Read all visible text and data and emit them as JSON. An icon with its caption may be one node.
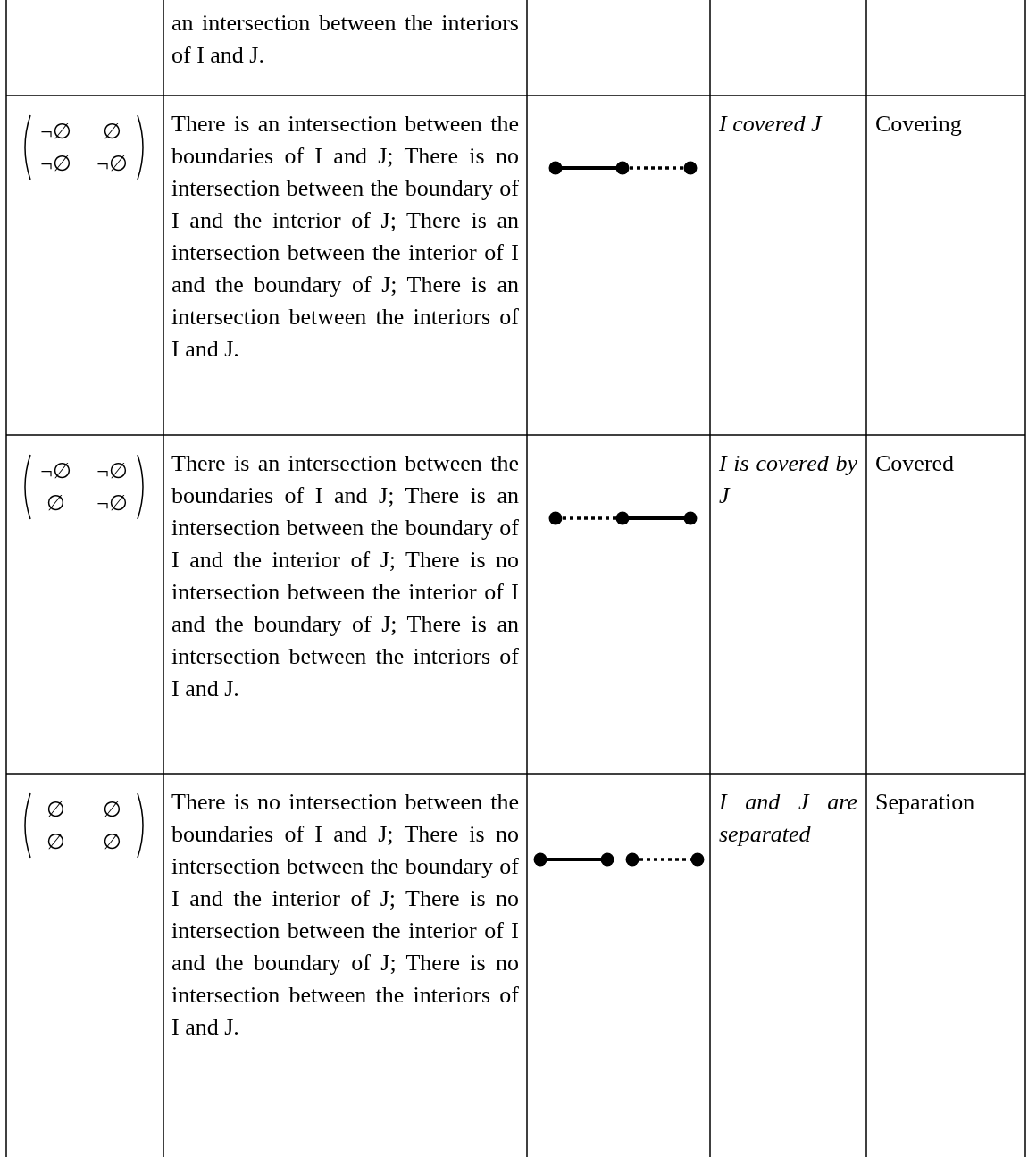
{
  "diagram": {
    "labels": [
      "an intersection between the interiors of I and J.",
      "¬∅",
      "∅",
      "¬∅",
      "¬∅",
      "There is an intersection between the boundaries of I and J; There is no intersection between the boundary of I and the interior of J; There is an intersection between the interior of I and the boundary of J; There is an intersection between the interiors of I and J.",
      "I covered J",
      "Covering",
      "¬∅",
      "¬∅",
      "∅",
      "¬∅",
      "There is an intersection between the boundaries of I and J; There is an intersection between the boundary of I and the interior of J; There is no intersection between the interior of I and the boundary of J; There is an intersection between the interiors of I and J.",
      "I is covered by J",
      "Covered",
      "∅",
      "∅",
      "∅",
      "∅",
      "There is no intersection between the boundaries of I and J; There is no intersection between the boundary of I and the interior of J; There is no intersection between the interior of I and the boundary of J; There is no intersection between the interiors of I and J.",
      "I and J are separated",
      "Separation"
    ]
  }
}
